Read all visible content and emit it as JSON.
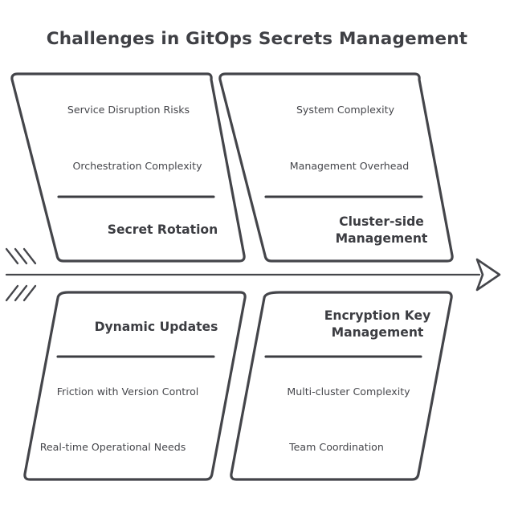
{
  "title": "Challenges in GitOps Secrets Management",
  "colors": {
    "stroke": "#44454a",
    "text": "#45464b",
    "heading": "#3c3d42",
    "background": "#ffffff"
  },
  "axis": {
    "arrow_name": "horizontal-timeline-arrow",
    "direction": "left-to-right"
  },
  "quadrants": [
    {
      "id": "top-left",
      "heading": "Secret Rotation",
      "items": [
        "Service Disruption Risks",
        "Orchestration Complexity"
      ],
      "heading_position": "below-divider"
    },
    {
      "id": "top-right",
      "heading": "Cluster-side\nManagement",
      "items": [
        "System Complexity",
        "Management Overhead"
      ],
      "heading_position": "below-divider"
    },
    {
      "id": "bottom-left",
      "heading": "Dynamic Updates",
      "items": [
        "Friction with Version Control",
        "Real-time Operational Needs"
      ],
      "heading_position": "above-divider"
    },
    {
      "id": "bottom-right",
      "heading": "Encryption Key\nManagement",
      "items": [
        "Multi-cluster Complexity",
        "Team Coordination"
      ],
      "heading_position": "above-divider"
    }
  ]
}
